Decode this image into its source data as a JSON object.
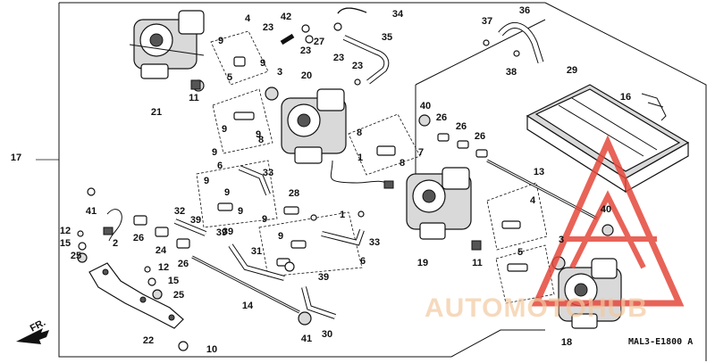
{
  "diagram": {
    "code": "MAL3-E1800 A",
    "fr_arrow_label": "FR.",
    "watermark_text": "AUTOMOTOHUB",
    "watermark_color": "#e5483c",
    "watermark_text_color": "#f3c9a0",
    "callouts": [
      {
        "n": "1"
      },
      {
        "n": "1"
      },
      {
        "n": "2"
      },
      {
        "n": "3"
      },
      {
        "n": "3"
      },
      {
        "n": "4"
      },
      {
        "n": "4"
      },
      {
        "n": "5"
      },
      {
        "n": "5"
      },
      {
        "n": "6"
      },
      {
        "n": "6"
      },
      {
        "n": "7"
      },
      {
        "n": "8"
      },
      {
        "n": "8"
      },
      {
        "n": "8"
      },
      {
        "n": "9"
      },
      {
        "n": "9"
      },
      {
        "n": "9"
      },
      {
        "n": "9"
      },
      {
        "n": "9"
      },
      {
        "n": "9"
      },
      {
        "n": "9"
      },
      {
        "n": "9"
      },
      {
        "n": "9"
      },
      {
        "n": "9"
      },
      {
        "n": "10"
      },
      {
        "n": "11"
      },
      {
        "n": "11"
      },
      {
        "n": "12"
      },
      {
        "n": "12"
      },
      {
        "n": "13"
      },
      {
        "n": "14"
      },
      {
        "n": "15"
      },
      {
        "n": "15"
      },
      {
        "n": "16"
      },
      {
        "n": "17"
      },
      {
        "n": "18"
      },
      {
        "n": "19"
      },
      {
        "n": "20"
      },
      {
        "n": "21"
      },
      {
        "n": "22"
      },
      {
        "n": "23"
      },
      {
        "n": "23"
      },
      {
        "n": "23"
      },
      {
        "n": "23"
      },
      {
        "n": "24"
      },
      {
        "n": "25"
      },
      {
        "n": "25"
      },
      {
        "n": "26"
      },
      {
        "n": "26"
      },
      {
        "n": "26"
      },
      {
        "n": "26"
      },
      {
        "n": "26"
      },
      {
        "n": "27"
      },
      {
        "n": "28"
      },
      {
        "n": "29"
      },
      {
        "n": "30"
      },
      {
        "n": "31"
      },
      {
        "n": "32"
      },
      {
        "n": "33"
      },
      {
        "n": "33"
      },
      {
        "n": "34"
      },
      {
        "n": "35"
      },
      {
        "n": "36"
      },
      {
        "n": "37"
      },
      {
        "n": "38"
      },
      {
        "n": "39"
      },
      {
        "n": "39"
      },
      {
        "n": "39"
      },
      {
        "n": "39"
      },
      {
        "n": "40"
      },
      {
        "n": "40"
      },
      {
        "n": "41"
      },
      {
        "n": "41"
      },
      {
        "n": "42"
      }
    ]
  }
}
